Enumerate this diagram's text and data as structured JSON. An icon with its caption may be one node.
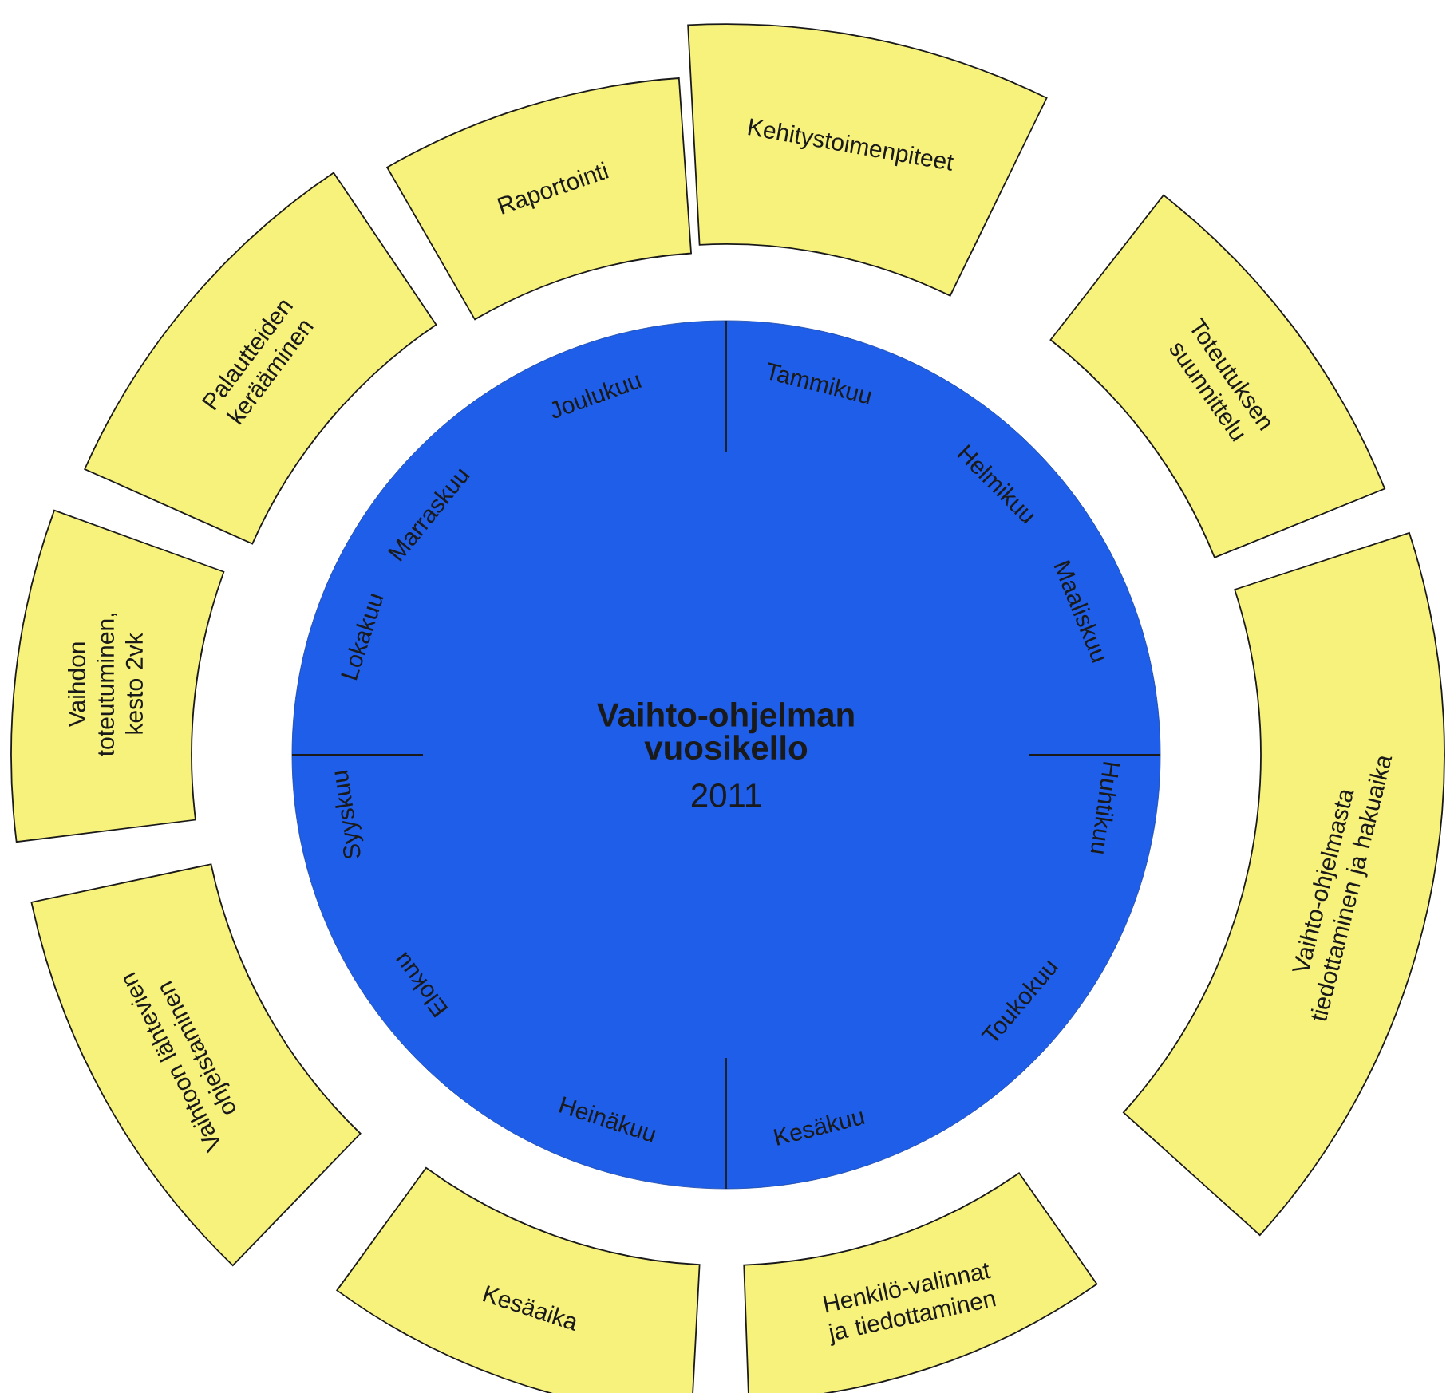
{
  "diagram": {
    "nodes": [
      {
        "text": [
          "Vaihto-ohjelman vuosikello",
          "2011"
        ]
      },
      {
        "text": [
          "Kehitystoimenpiteet"
        ]
      },
      {
        "text": [
          "Toteutuksen suunnittelu"
        ]
      },
      {
        "text": [
          "Vaihto-ohjelmasta tiedottaminen ja hakuaika"
        ]
      },
      {
        "text": [
          "Henkilö-valinnat ja tiedottaminen"
        ]
      },
      {
        "text": [
          "Kesäaika"
        ]
      },
      {
        "text": [
          "Vaihtoon lähtevien ohjeistaminen"
        ]
      },
      {
        "text": [
          "Vaihdon toteutuminen, kesto 2vk"
        ]
      },
      {
        "text": [
          "Palautteiden kerääminen"
        ]
      },
      {
        "text": [
          "Raportointi"
        ]
      }
    ],
    "labels": [
      "Tammikuu",
      "Helmikuu",
      "Maaliskuu",
      "Huhtikuu",
      "Toukokuu",
      "Kesäkuu",
      "Heinäkuu",
      "Elokuu",
      "Syyskuu",
      "Lokakuu",
      "Marraskuu",
      "Joulukuu"
    ]
  }
}
